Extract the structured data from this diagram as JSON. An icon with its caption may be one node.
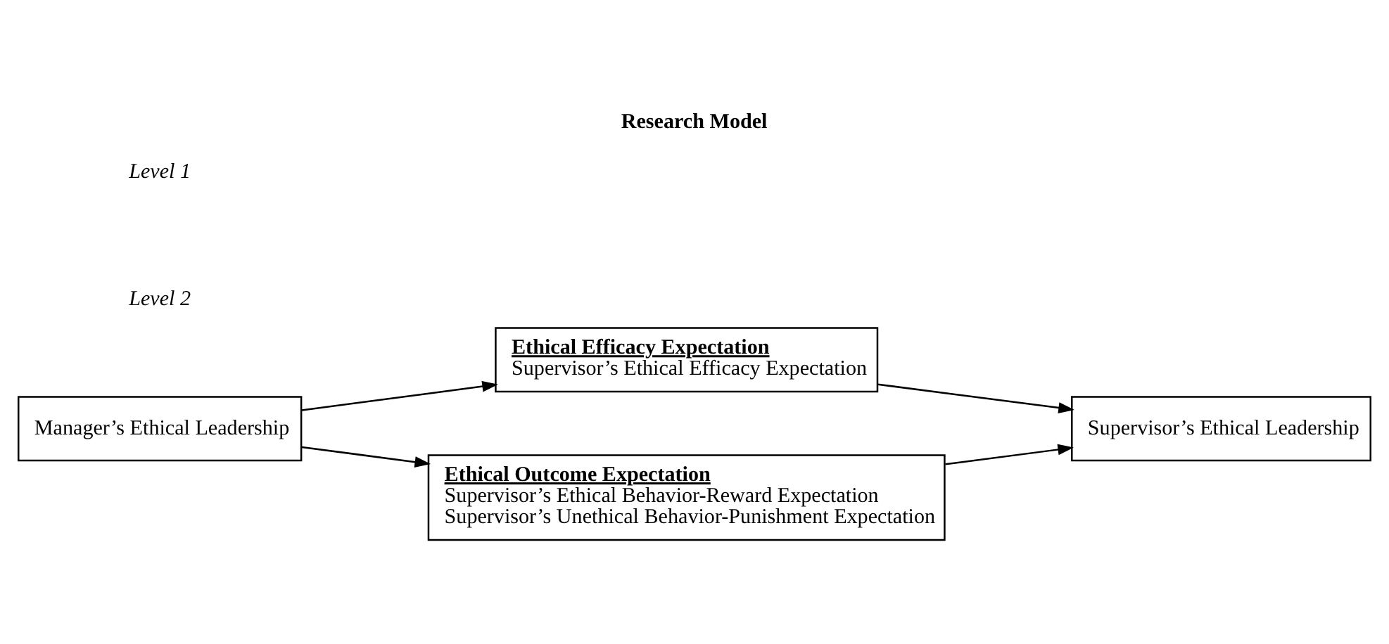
{
  "diagram": {
    "title": "Research Model",
    "nodes": [
      {
        "text": [
          "Manager’s Ethical Leadership"
        ]
      },
      {
        "text": [
          "Ethical Efficacy Expectation",
          "Supervisor’s Ethical Efficacy Expectation"
        ]
      },
      {
        "text": [
          "Ethical Outcome Expectation",
          "Supervisor’s Ethical Behavior-Reward Expectation",
          "Supervisor’s Unethical Behavior-Punishment Expectation"
        ]
      },
      {
        "text": [
          "Supervisor’s Ethical Leadership"
        ]
      }
    ],
    "edges": [
      {
        "from": 0,
        "to": 1,
        "arrow": "to"
      },
      {
        "from": 0,
        "to": 2,
        "arrow": "to"
      },
      {
        "from": 1,
        "to": 3,
        "arrow": "to"
      },
      {
        "from": 2,
        "to": 3,
        "arrow": "to"
      }
    ],
    "labels": [
      "Level 2",
      "Level 1"
    ]
  }
}
